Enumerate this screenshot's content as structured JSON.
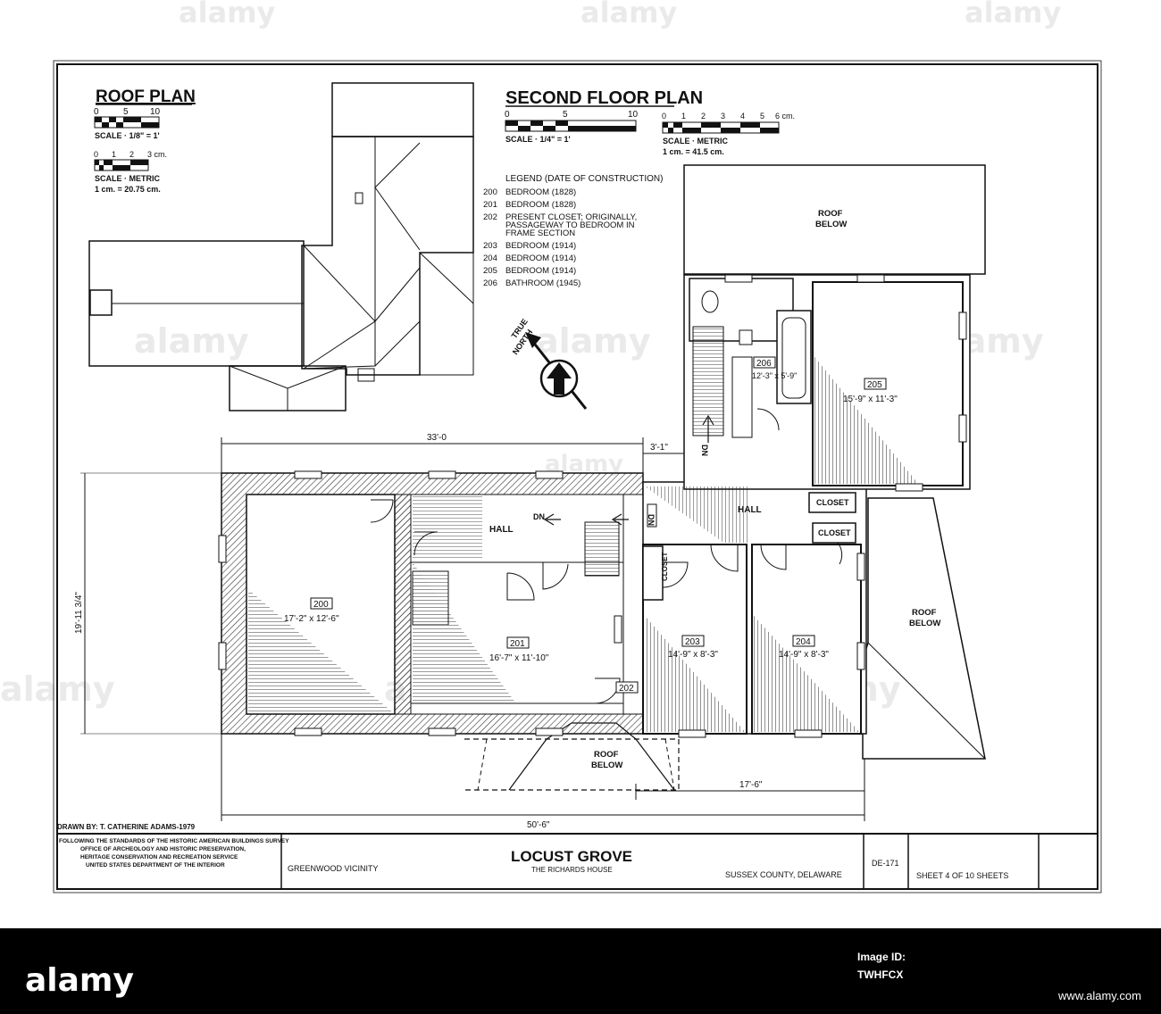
{
  "sheet": {
    "title": "LOCUST GROVE",
    "subtitle": "THE RICHARDS HOUSE",
    "location_left": "GREENWOOD VICINITY",
    "location_right": "SUSSEX COUNTY, DELAWARE",
    "survey_no": "DE-171",
    "sheet_no": "SHEET 4 OF 10 SHEETS",
    "drawn_by": "DRAWN BY: T. CATHERINE ADAMS-1979",
    "standards": [
      "FOLLOWING THE STANDARDS OF THE HISTORIC AMERICAN BUILDINGS SURVEY",
      "OFFICE OF ARCHEOLOGY AND HISTORIC PRESERVATION,",
      "HERITAGE CONSERVATION AND RECREATION SERVICE",
      "UNITED STATES DEPARTMENT OF THE INTERIOR"
    ]
  },
  "roof_plan": {
    "title": "ROOF PLAN",
    "scale_ticks": [
      "0",
      "5",
      "10"
    ],
    "scale_label": "SCALE · 1/8\" = 1'",
    "metric_ticks": [
      "0",
      "1",
      "2",
      "3 cm."
    ],
    "metric_label": "SCALE · METRIC",
    "metric_ratio": "1 cm. = 20.75 cm."
  },
  "second_floor": {
    "title": "SECOND FLOOR PLAN",
    "scale_ticks": [
      "0",
      "5",
      "10"
    ],
    "scale_label": "SCALE · 1/4\" = 1'",
    "metric_ticks": [
      "0",
      "1",
      "2",
      "3",
      "4",
      "5",
      "6 cm."
    ],
    "metric_label": "SCALE · METRIC",
    "metric_ratio": "1 cm. = 41.5 cm."
  },
  "legend": {
    "title": "LEGEND (DATE OF CONSTRUCTION)",
    "items": [
      {
        "num": "200",
        "desc": [
          "BEDROOM (1828)"
        ]
      },
      {
        "num": "201",
        "desc": [
          "BEDROOM (1828)"
        ]
      },
      {
        "num": "202",
        "desc": [
          "PRESENT CLOSET; ORIGINALLY,",
          "PASSAGEWAY TO BEDROOM IN",
          "FRAME SECTION"
        ]
      },
      {
        "num": "203",
        "desc": [
          "BEDROOM (1914)"
        ]
      },
      {
        "num": "204",
        "desc": [
          "BEDROOM (1914)"
        ]
      },
      {
        "num": "205",
        "desc": [
          "BEDROOM (1914)"
        ]
      },
      {
        "num": "206",
        "desc": [
          "BATHROOM (1945)"
        ]
      }
    ]
  },
  "north": {
    "line1": "TRUE",
    "line2": "NORTH"
  },
  "rooms": {
    "r200": {
      "num": "200",
      "dim": "17'-2\" x 12'-6\""
    },
    "r201": {
      "num": "201",
      "dim": "16'-7\" x 11'-10\""
    },
    "r202": {
      "num": "202"
    },
    "r203": {
      "num": "203",
      "dim": "14'-9\" x 8'-3\""
    },
    "r204": {
      "num": "204",
      "dim": "14'-9\" x 8'-3\""
    },
    "r205": {
      "num": "205",
      "dim": "15'-9\" x 11'-3\""
    },
    "r206": {
      "num": "206",
      "dim": "12'-3\" x 5'-9\""
    }
  },
  "labels": {
    "hall": "HALL",
    "dn": "DN",
    "closet": "CLOSET",
    "roof_below_1": "ROOF",
    "roof_below_2": "BELOW"
  },
  "dimensions": {
    "top": "33'-0",
    "top_small": "3'-1\"",
    "left": "19'-11 3/4\"",
    "bottom": "50'-6\"",
    "bottom_right": "17'-6\""
  },
  "watermark": {
    "text": "alamy"
  },
  "footer": {
    "logo": "alamy",
    "image_id_label": "Image ID:",
    "image_id": "TWHFCX",
    "site": "www.alamy.com"
  },
  "colors": {
    "ink": "#111111",
    "paper": "#ffffff",
    "hatch": "#333333",
    "footer": "#000000"
  }
}
